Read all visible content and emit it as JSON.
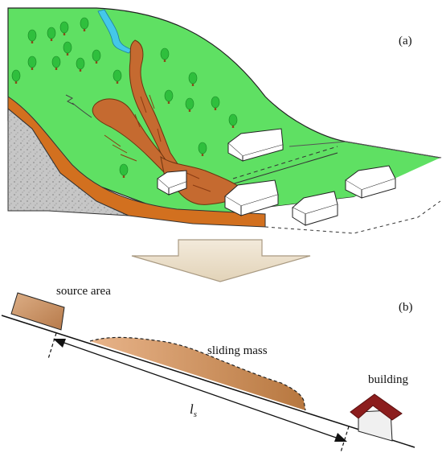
{
  "panel_a": {
    "label": "(a)"
  },
  "panel_b": {
    "label": "(b)",
    "source_label": "source area",
    "mass_label": "sliding mass",
    "building_label": "building",
    "distance_symbol": "l",
    "distance_subscript": "s"
  },
  "colors": {
    "grass": "#5fe063",
    "soil": "#d2701f",
    "flow": "#c56a30",
    "rock": "#c4c4c4",
    "water": "#44c8e8",
    "tree_leaf": "#2fbf3d",
    "tree_trunk": "#8b4a1a",
    "arrow_fill": "#eee2cc",
    "arrow_stroke": "#a99a82",
    "mass_light": "#e8b48a",
    "mass_dark": "#b7773f",
    "roof": "#8c1d1d",
    "block": "#cf9a6e"
  }
}
